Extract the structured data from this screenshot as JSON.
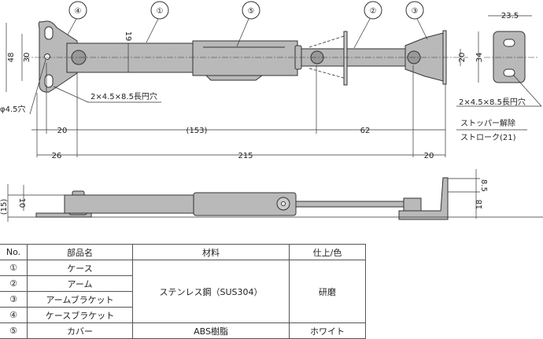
{
  "callouts": [
    "④",
    "①",
    "⑤",
    "②",
    "③"
  ],
  "dims": {
    "d48": "48",
    "d30": "30",
    "d19": "19",
    "phi_hole": "φ4.5穴",
    "slot_left": "2×4.5×8.5長円穴",
    "d20a": "20",
    "d153": "(153)",
    "d62": "62",
    "d26": "26",
    "d215": "215",
    "d20b": "20",
    "d20c": "20",
    "d34": "34",
    "d235": "23.5",
    "slot_right": "2×4.5×8.5長円穴",
    "stroke_line1": "ストッパー解除",
    "stroke_line2": "ストローク(21)",
    "d15": "(15)",
    "d10": "10",
    "d85": "8.5",
    "d18": "18"
  },
  "table": {
    "headers": [
      "No.",
      "部品名",
      "材料",
      "仕上/色"
    ],
    "rows": [
      {
        "no": "①",
        "name": "ケース"
      },
      {
        "no": "②",
        "name": "アーム"
      },
      {
        "no": "③",
        "name": "アームブラケット"
      },
      {
        "no": "④",
        "name": "ケースブラケット"
      },
      {
        "no": "⑤",
        "name": "カバー"
      }
    ],
    "material_steel": "ステンレス鋼（SUS304）",
    "finish_polish": "研磨",
    "material_abs": "ABS樹脂",
    "finish_white": "ホワイト"
  }
}
